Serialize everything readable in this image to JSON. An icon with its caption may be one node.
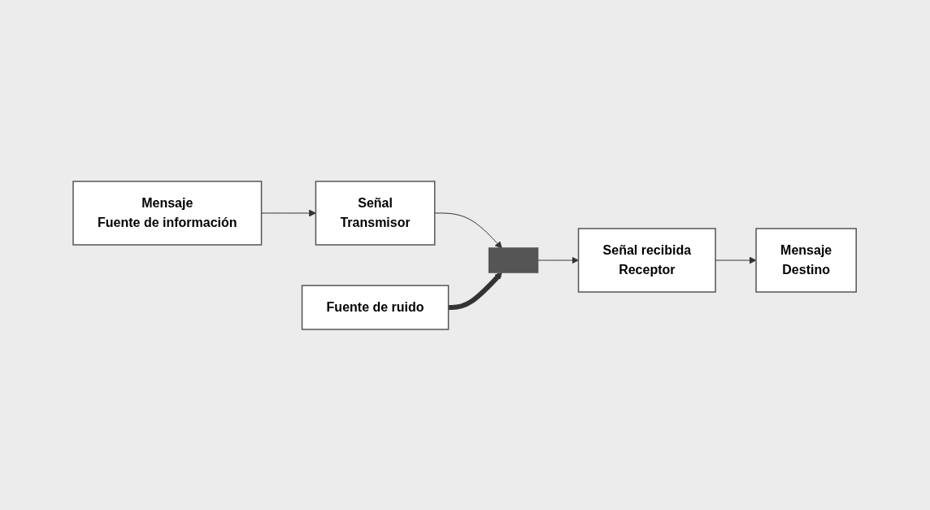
{
  "diagram": {
    "nodes": [
      {
        "text": [
          "Mensaje",
          "Fuente de información"
        ]
      },
      {
        "text": [
          "Señal",
          "Transmisor"
        ]
      },
      {
        "text": [],
        "shape": "box"
      },
      {
        "text": [
          "Señal recibida",
          "Receptor"
        ]
      },
      {
        "text": [
          "Mensaje",
          "Destino"
        ]
      },
      {
        "text": [
          "Fuente de ruido"
        ]
      }
    ],
    "edges": [
      {
        "from": 0,
        "to": 1,
        "arrow": "to"
      },
      {
        "from": 1,
        "to": 2,
        "arrow": "to"
      },
      {
        "from": 2,
        "to": 3,
        "arrow": "to"
      },
      {
        "from": 3,
        "to": 4,
        "arrow": "to"
      },
      {
        "from": 5,
        "to": 2,
        "arrow": "to",
        "style": "thick"
      }
    ]
  }
}
